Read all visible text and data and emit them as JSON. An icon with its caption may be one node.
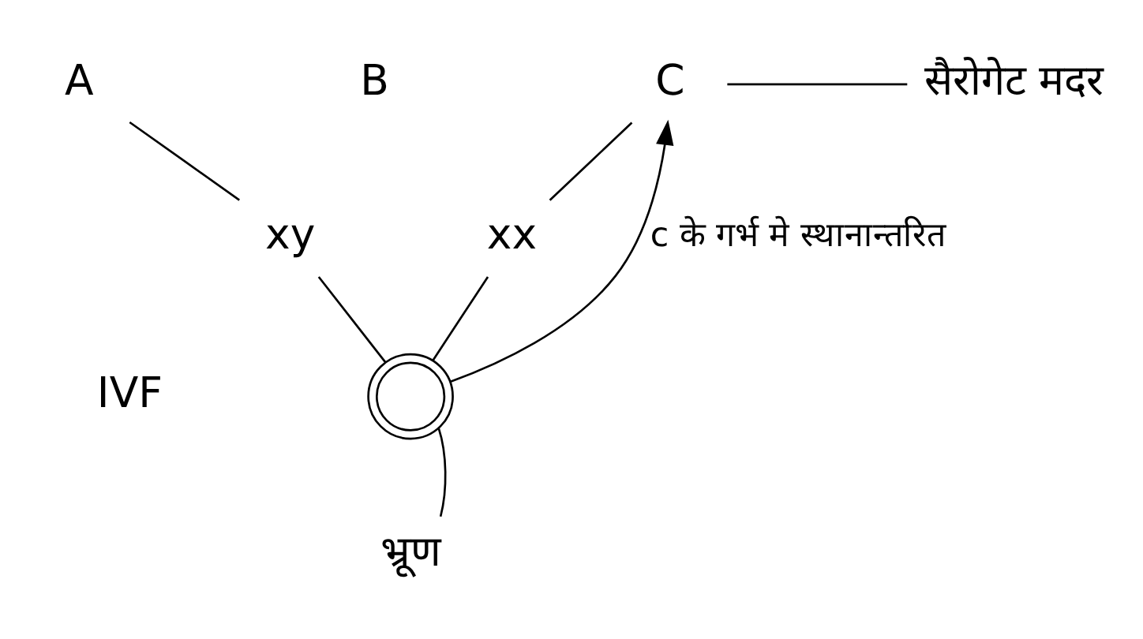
{
  "diagram": {
    "nodes": [
      {
        "text": [
          "A"
        ]
      },
      {
        "text": [
          "B"
        ]
      },
      {
        "text": [
          "C"
        ]
      },
      {
        "text": [
          "सैरोगेट मदर"
        ]
      },
      {
        "text": [
          "xy"
        ]
      },
      {
        "text": [
          "xx"
        ]
      },
      {
        "text": [],
        "shape": "circle"
      },
      {
        "text": [
          "भ्रूण"
        ]
      }
    ],
    "edges": [
      {
        "from": 0,
        "to": 4,
        "arrow": "none"
      },
      {
        "from": 2,
        "to": 5,
        "arrow": "none"
      },
      {
        "from": 2,
        "to": 3,
        "arrow": "none"
      },
      {
        "from": 4,
        "to": 6,
        "arrow": "none"
      },
      {
        "from": 5,
        "to": 6,
        "arrow": "none"
      },
      {
        "from": 6,
        "to": 2,
        "arrow": "to",
        "label": "c के गर्भ मे स्थानान्तरित"
      },
      {
        "from": 7,
        "to": 6,
        "arrow": "none"
      }
    ],
    "labels": [
      "IVF"
    ]
  }
}
